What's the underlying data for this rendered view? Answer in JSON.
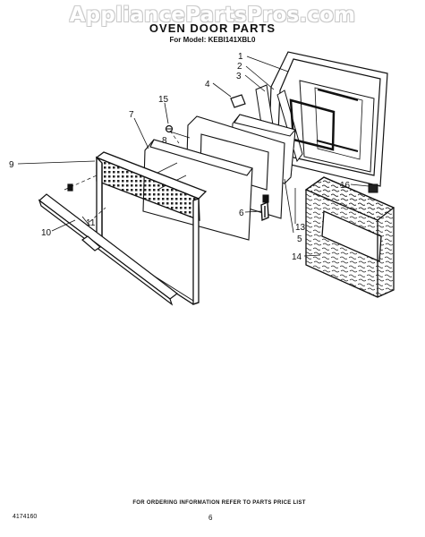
{
  "watermark": "AppliancePartsPros.com",
  "title": "OVEN DOOR PARTS",
  "model": "For Model: KEBI141XBL0",
  "callouts": {
    "c1": "1",
    "c2": "2",
    "c3": "3",
    "c4": "4",
    "c5": "5",
    "c6": "6",
    "c7": "7",
    "c8": "8",
    "c9": "9",
    "c10": "10",
    "c11": "11",
    "c13": "13",
    "c14": "14",
    "c15": "15",
    "c16": "16"
  },
  "footer": {
    "note": "FOR ORDERING INFORMATION REFER TO PARTS PRICE LIST",
    "code": "4174160",
    "page": "6"
  }
}
